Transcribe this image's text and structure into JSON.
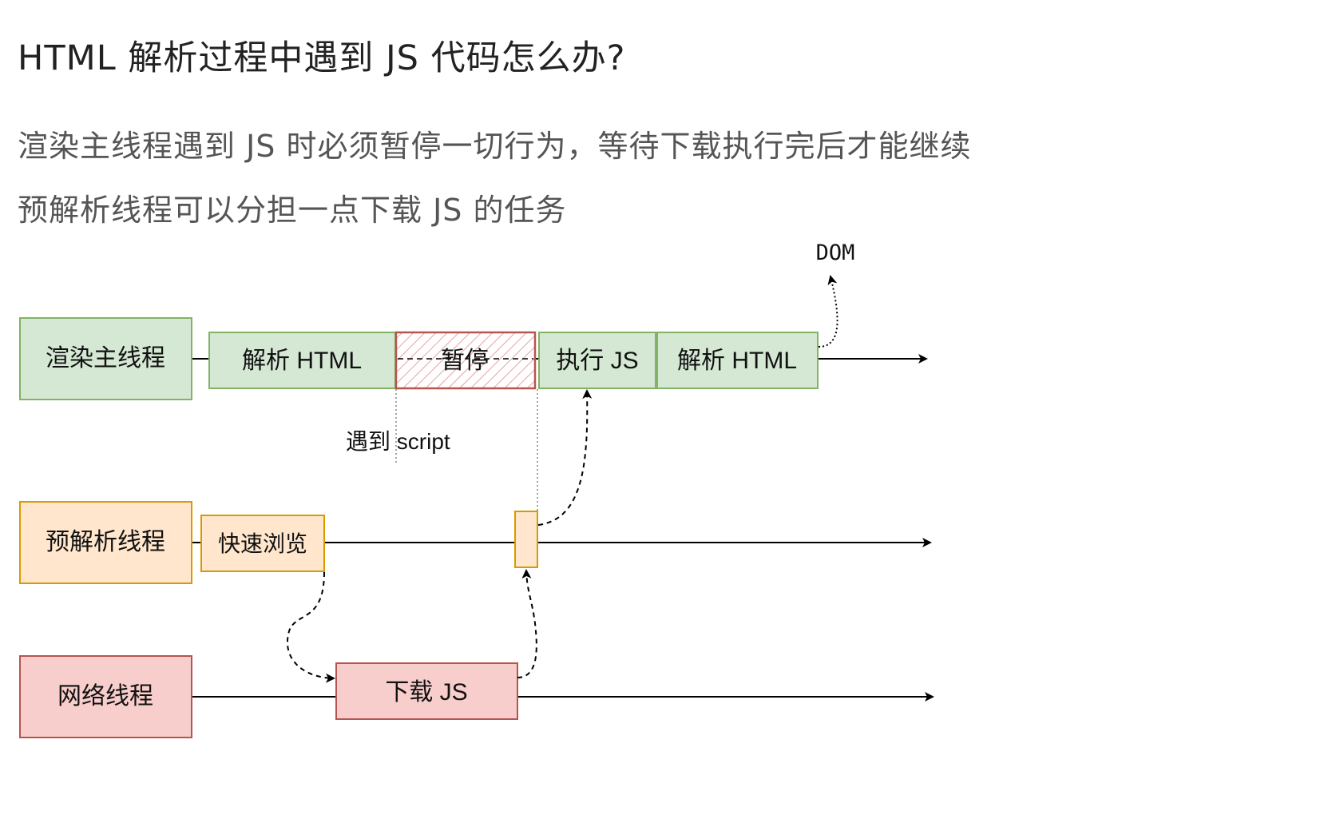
{
  "heading": "HTML 解析过程中遇到 JS 代码怎么办?",
  "paragraphs": [
    "渲染主线程遇到 JS 时必须暂停一切行为，等待下载执行完后才能继续",
    "预解析线程可以分担一点下载 JS 的任务"
  ],
  "diagram": {
    "threads": {
      "render": "渲染主线程",
      "preparse": "预解析线程",
      "network": "网络线程"
    },
    "render_steps": {
      "parse_html_1": "解析 HTML",
      "pause": "暂停",
      "execute_js": "执行 JS",
      "parse_html_2": "解析 HTML"
    },
    "preparse_steps": {
      "quick_scan": "快速浏览"
    },
    "network_steps": {
      "download_js": "下载 JS"
    },
    "annotations": {
      "encounter_script": "遇到 script",
      "dom": "DOM"
    },
    "colors": {
      "green_fill": "#d5e8d4",
      "green_stroke": "#82b366",
      "orange_fill": "#ffe6cc",
      "orange_stroke": "#d79b00",
      "red_fill": "#f8cecc",
      "red_stroke": "#b85450"
    }
  }
}
